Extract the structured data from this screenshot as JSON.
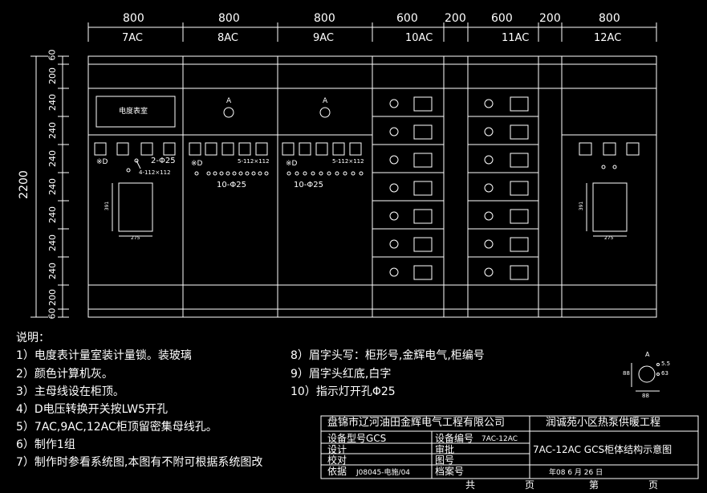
{
  "colors": {
    "background": "#000000",
    "line": "#ffffff"
  },
  "dimensions": {
    "top_widths": [
      "800",
      "800",
      "800",
      "600",
      "200",
      "600",
      "200",
      "800"
    ],
    "cabinet_labels": [
      "7AC",
      "8AC",
      "9AC",
      "10AC",
      "11AC",
      "12AC"
    ],
    "total_height": "2200",
    "heights": [
      "60",
      "200",
      "240",
      "240",
      "240",
      "240",
      "240",
      "240",
      "240",
      "200",
      "60"
    ]
  },
  "panel": {
    "meter_room_label": "电度表室",
    "ammeter_label": "A",
    "switch_label": "※D",
    "hole_2": "2-Φ25",
    "hole_4": "4-112×112",
    "hole_5": "5-112×112",
    "hole_10": "10-Φ25",
    "cutout_height": "391",
    "cutout_width": "275"
  },
  "notes": {
    "title": "说明：",
    "items": [
      "1）电度表计量室装计量锁。装玻璃",
      "2）颜色计算机灰。",
      "3）主母线设在柜顶。",
      "4）D电压转换开关按LW5开孔",
      "5）7AC,9AC,12AC柜顶留密集母线孔。",
      "6）制作1组",
      "7）制作时参看系统图,本图有不附可根据系统图改"
    ],
    "items_right": [
      "8）眉字头写：柜形号,金辉电气,柜编号",
      "9）眉字头红底,白字",
      "10）指示灯开孔Φ25"
    ]
  },
  "detail": {
    "label_a": "A",
    "label_55": "5.5",
    "label_63": "63",
    "label_88": "88",
    "label_88b": "88"
  },
  "title_block": {
    "company": "盘锦市辽河油田金辉电气工程有限公司",
    "project": "润诚苑小区热泵供暖工程",
    "model_label": "设备型号GCS",
    "number_label": "设备编号",
    "number_value": "7AC-12AC",
    "design": "设计",
    "approve": "审批",
    "check": "校对",
    "drawing_no": "图号",
    "basis": "依据",
    "basis_value": "J08045-电施/04",
    "archive": "档案号",
    "drawing_title": "7AC-12AC   GCS柜体结构示意图",
    "date": "年08 6      月     26    日",
    "total_label": "共",
    "page_label": "页",
    "sheet_label": "第",
    "page_label2": "页"
  }
}
